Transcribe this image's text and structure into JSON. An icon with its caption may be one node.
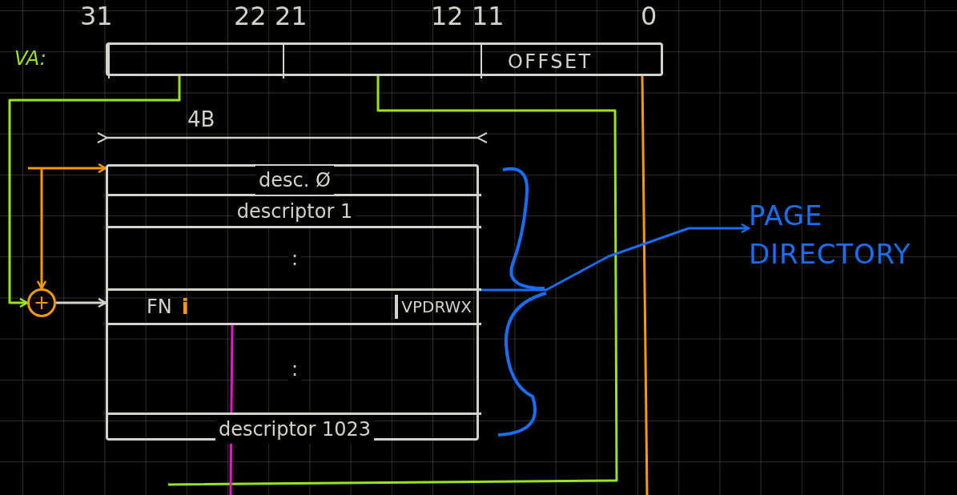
{
  "diagram": {
    "nodes": [
      {
        "text": [],
        "shape": "box",
        "beside": [
          "VA:"
        ]
      },
      {
        "text": [],
        "shape": "box",
        "in": 0
      },
      {
        "text": [],
        "shape": "box",
        "in": 0
      },
      {
        "text": [
          "OFFSET"
        ],
        "in": 0
      },
      {
        "text": [],
        "shape": "box"
      },
      {
        "text": [
          "desc. Ø"
        ],
        "in": 4
      },
      {
        "text": [
          "descriptor 1"
        ],
        "in": 4
      },
      {
        "text": [
          ":"
        ],
        "in": 4
      },
      {
        "text": [
          "FN",
          "i",
          "VPDRWX"
        ],
        "in": 4
      },
      {
        "text": [
          ":"
        ],
        "in": 4
      },
      {
        "text": [
          "descriptor 1023"
        ],
        "in": 4
      },
      {
        "text": [
          "+"
        ]
      },
      {
        "text": [
          "PAGE DIRECTORY"
        ]
      }
    ],
    "edges": [
      {
        "from": 1,
        "to": 11,
        "arrow": "to",
        "color": "#9be31c"
      },
      {
        "from": null,
        "to": 4,
        "arrow": "to"
      },
      {
        "from": null,
        "to": 11,
        "arrow": "to"
      },
      {
        "from": 11,
        "to": 8,
        "arrow": "to",
        "color": "#d4d2cc"
      },
      {
        "from": 2,
        "to": null,
        "arrow": "none",
        "color": "#9be31c"
      },
      {
        "from": 3,
        "to": null,
        "arrow": "none"
      },
      {
        "from": 8,
        "to": null,
        "arrow": "none",
        "color": "#ee11cc"
      },
      {
        "from": 4,
        "to": 12,
        "arrow": "to",
        "color": "#1a6ef5"
      }
    ],
    "labels": [
      "31",
      "22 21",
      "12 11",
      "0",
      "4B"
    ]
  }
}
